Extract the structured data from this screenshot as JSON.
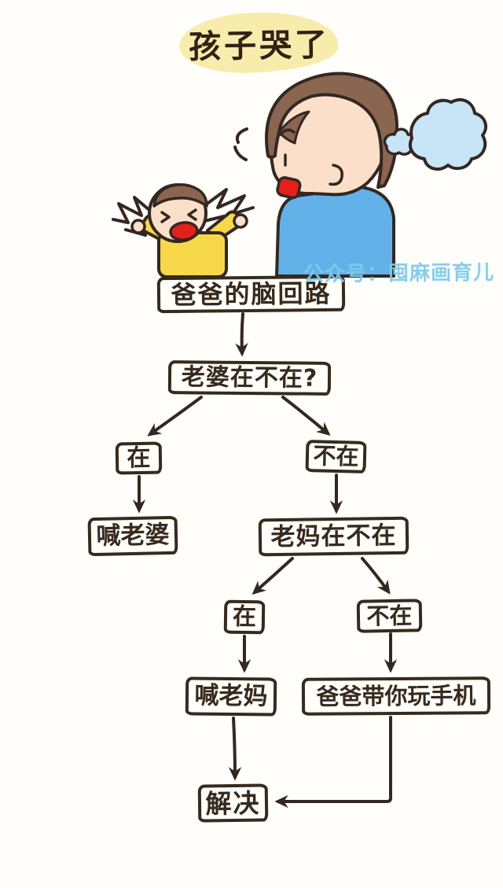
{
  "title": {
    "text": "孩子哭了"
  },
  "watermark": {
    "text": "公众号：囤麻画育儿"
  },
  "illustration": {
    "description": "crying baby in yellow shirt and sighing dad in blue shirt with sigh cloud",
    "elements": [
      "crying-baby",
      "cry-zigzags",
      "sighing-dad",
      "surprise-mark",
      "sigh-cloud"
    ]
  },
  "colors": {
    "ink": "#342722",
    "background": "#fffefa",
    "title_highlight": "#f7ecac",
    "watermark_blue": "#7fcbea",
    "baby_shirt_yellow": "#f6d84a",
    "dad_shirt_blue": "#63b1e9",
    "skin": "#fbdfc8",
    "hair_brown": "#8a6550",
    "mouth_red": "#e3201b",
    "cloud_blue": "#c8e4f7"
  },
  "flowchart": {
    "nodes": [
      {
        "id": "brain",
        "label": "爸爸的脑回路"
      },
      {
        "id": "wife-q",
        "label": "老婆在不在?"
      },
      {
        "id": "wife-yes",
        "label": "在"
      },
      {
        "id": "wife-no",
        "label": "不在"
      },
      {
        "id": "call-wife",
        "label": "喊老婆"
      },
      {
        "id": "mom-q",
        "label": "老妈在不在"
      },
      {
        "id": "mom-yes",
        "label": "在"
      },
      {
        "id": "mom-no",
        "label": "不在"
      },
      {
        "id": "call-mom",
        "label": "喊老妈"
      },
      {
        "id": "play-phone",
        "label": "爸爸带你玩手机"
      },
      {
        "id": "solved",
        "label": "解决"
      }
    ],
    "edges": [
      {
        "from": "brain",
        "to": "wife-q"
      },
      {
        "from": "wife-q",
        "to": "wife-yes"
      },
      {
        "from": "wife-q",
        "to": "wife-no"
      },
      {
        "from": "wife-yes",
        "to": "call-wife"
      },
      {
        "from": "wife-no",
        "to": "mom-q"
      },
      {
        "from": "mom-q",
        "to": "mom-yes"
      },
      {
        "from": "mom-q",
        "to": "mom-no"
      },
      {
        "from": "mom-yes",
        "to": "call-mom"
      },
      {
        "from": "mom-no",
        "to": "play-phone"
      },
      {
        "from": "call-mom",
        "to": "solved"
      },
      {
        "from": "play-phone",
        "to": "solved"
      }
    ]
  }
}
